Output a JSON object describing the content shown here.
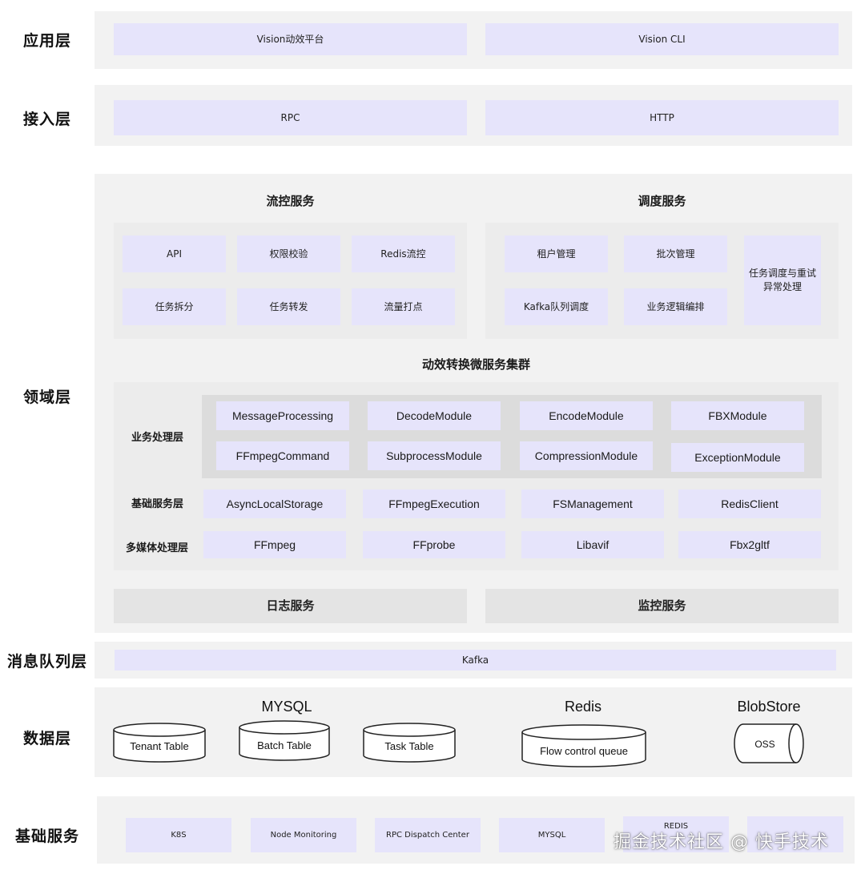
{
  "layers": {
    "app": "应用层",
    "access": "接入层",
    "domain": "领域层",
    "mq": "消息队列层",
    "data": "数据层",
    "infra": "基础服务"
  },
  "app_layer": {
    "items": [
      "Vision动效平台",
      "Vision CLI"
    ]
  },
  "access_layer": {
    "items": [
      "RPC",
      "HTTP"
    ]
  },
  "flow_control": {
    "title": "流控服务",
    "items": [
      "API",
      "权限校验",
      "Redis流控",
      "任务拆分",
      "任务转发",
      "流量打点"
    ]
  },
  "scheduling": {
    "title": "调度服务",
    "items": [
      "租户管理",
      "批次管理",
      "Kafka队列调度",
      "业务逻辑编排"
    ],
    "side_line1": "任务调度与重试",
    "side_line2": "异常处理"
  },
  "cluster": {
    "title": "动效转换微服务集群",
    "business_label": "业务处理层",
    "business_modules": [
      "MessageProcessing",
      "DecodeModule",
      "EncodeModule",
      "FBXModule",
      "FFmpegCommand",
      "SubprocessModule",
      "CompressionModule",
      "ExceptionModule"
    ],
    "base_label": "基础服务层",
    "base_modules": [
      "AsyncLocalStorage",
      "FFmpegExecution",
      "FSManagement",
      "RedisClient"
    ],
    "media_label": "多媒体处理层",
    "media_modules": [
      "FFmpeg",
      "FFprobe",
      "Libavif",
      "Fbx2gltf"
    ]
  },
  "domain_bottom": {
    "items": [
      "日志服务",
      "监控服务"
    ]
  },
  "mq_layer": {
    "item": "Kafka"
  },
  "data_layer": {
    "mysql_title": "MYSQL",
    "mysql_tables": [
      "Tenant Table",
      "Batch Table",
      "Task Table"
    ],
    "redis_title": "Redis",
    "redis_item": "Flow control queue",
    "blob_title": "BlobStore",
    "blob_item": "OSS"
  },
  "infra_layer": {
    "items": [
      "K8S",
      "Node Monitoring",
      "RPC Dispatch Center",
      "MYSQL",
      "REDIS",
      ""
    ]
  },
  "watermark": "掘金技术社区 @ 快手技术",
  "colors": {
    "box_fill": "#e6e4fb",
    "band_bg": "#f2f2f2",
    "panel_bg": "#ececec",
    "cluster_inner": "#dcdcdc"
  }
}
